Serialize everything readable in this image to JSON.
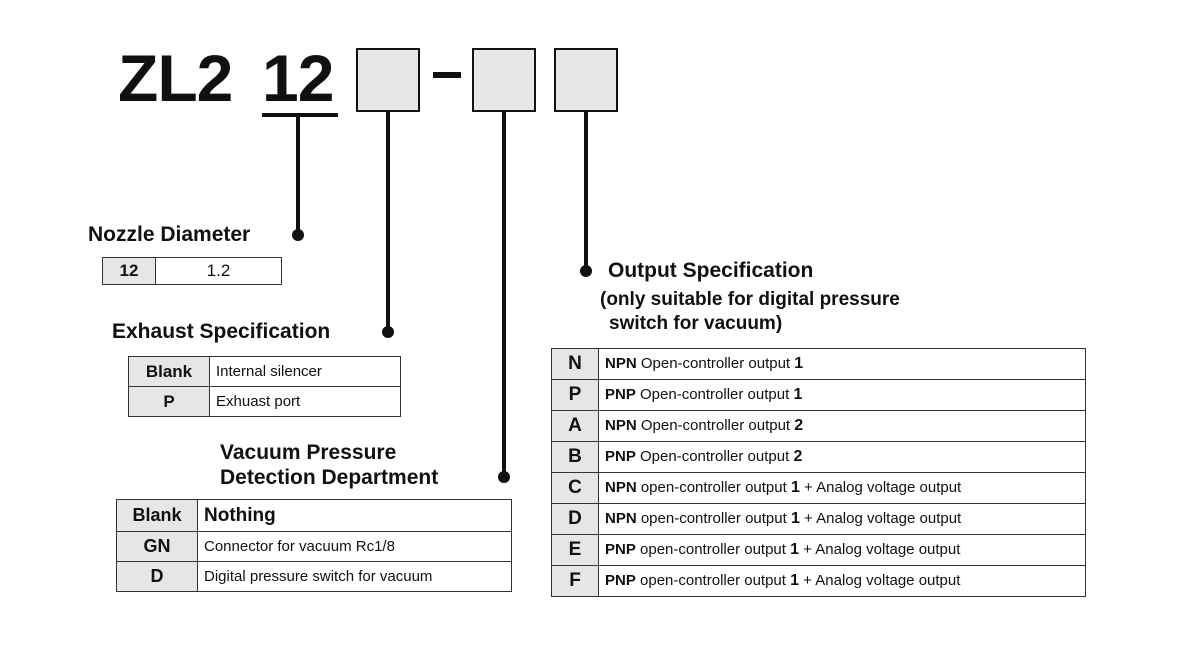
{
  "model": {
    "prefix": "ZL2",
    "diameter_code": "12",
    "separator": "–"
  },
  "nozzle": {
    "title": "Nozzle Diameter",
    "rows": [
      {
        "code": "12",
        "desc": "1.2"
      }
    ]
  },
  "exhaust": {
    "title": "Exhaust Specification",
    "rows": [
      {
        "code": "Blank",
        "desc": "Internal silencer"
      },
      {
        "code": "P",
        "desc": "Exhuast port"
      }
    ]
  },
  "vacuum": {
    "title_line1": "Vacuum Pressure",
    "title_line2": "Detection Department",
    "rows": [
      {
        "code": "Blank",
        "desc": "Nothing"
      },
      {
        "code": "GN",
        "desc": "Connector for vacuum Rc1/8"
      },
      {
        "code": "D",
        "desc": "Digital pressure switch for vacuum"
      }
    ]
  },
  "output": {
    "title": "Output Specification",
    "subtitle_line1": "(only suitable for  digital pressure",
    "subtitle_line2": "switch for vacuum)",
    "rows": [
      {
        "code": "N",
        "type": "NPN",
        "text": " Open-controller output ",
        "num": "1",
        "tail": ""
      },
      {
        "code": "P",
        "type": "PNP",
        "text": " Open-controller output ",
        "num": "1",
        "tail": ""
      },
      {
        "code": "A",
        "type": "NPN",
        "text": " Open-controller output ",
        "num": "2",
        "tail": ""
      },
      {
        "code": "B",
        "type": "PNP",
        "text": " Open-controller output ",
        "num": "2",
        "tail": ""
      },
      {
        "code": "C",
        "type": "NPN",
        "text": " open-controller output ",
        "num": "1",
        "tail": " + Analog voltage output"
      },
      {
        "code": "D",
        "type": "NPN",
        "text": " open-controller output ",
        "num": "1",
        "tail": " + Analog voltage output"
      },
      {
        "code": "E",
        "type": "PNP",
        "text": " open-controller output ",
        "num": "1",
        "tail": " + Analog voltage output"
      },
      {
        "code": "F",
        "type": "PNP",
        "text": " open-controller output ",
        "num": "1",
        "tail": " + Analog voltage output"
      }
    ]
  }
}
